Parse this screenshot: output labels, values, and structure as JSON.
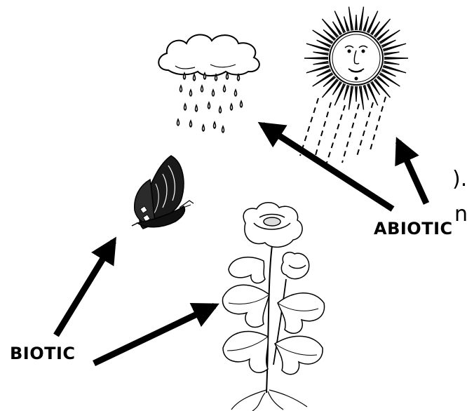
{
  "labels": {
    "abiotic": "ABIOTIC",
    "biotic": "BIOTIC"
  },
  "cropped_text": {
    "line1": ").",
    "line2": "n"
  },
  "illustrations": {
    "cloud": "cloud-icon",
    "rain": "rain-icon",
    "sun": "sun-icon",
    "butterfly": "butterfly-icon",
    "plant": "plant-icon"
  },
  "colors": {
    "ink": "#000000",
    "background": "#ffffff"
  }
}
